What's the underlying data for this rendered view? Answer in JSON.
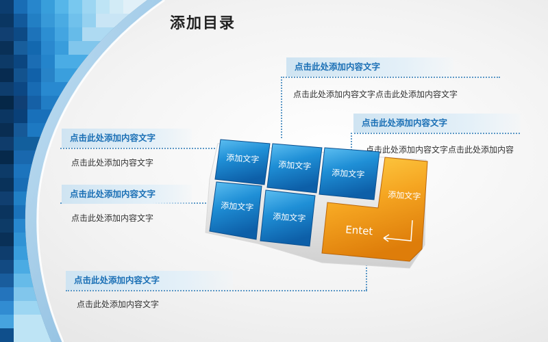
{
  "title": "添加目录",
  "labels": {
    "top_right": "点击此处添加内容文字",
    "mid_right": "点击此处添加内容文字",
    "left_1": "点击此处添加内容文字",
    "left_2": "点击此处添加内容文字",
    "bottom": "点击此处添加内容文字"
  },
  "descriptions": {
    "top_right": "点击此处添加内容文字点击此处添加内容文字",
    "mid_right": "点击此处添加内容文字点击此处添加内容",
    "left_1": "点击此处添加内容文字",
    "left_2": "点击此处添加内容文字",
    "bottom": "点击此处添加内容文字"
  },
  "keys": {
    "k1": "添加文字",
    "k2": "添加文字",
    "k3": "添加文字",
    "k4": "添加文字",
    "k5": "添加文字",
    "enter_top": "添加文字",
    "enter": "Entet"
  },
  "colors": {
    "key_blue": "#1f8fd6",
    "key_orange": "#f29a17",
    "label_text": "#1a6fb5"
  }
}
